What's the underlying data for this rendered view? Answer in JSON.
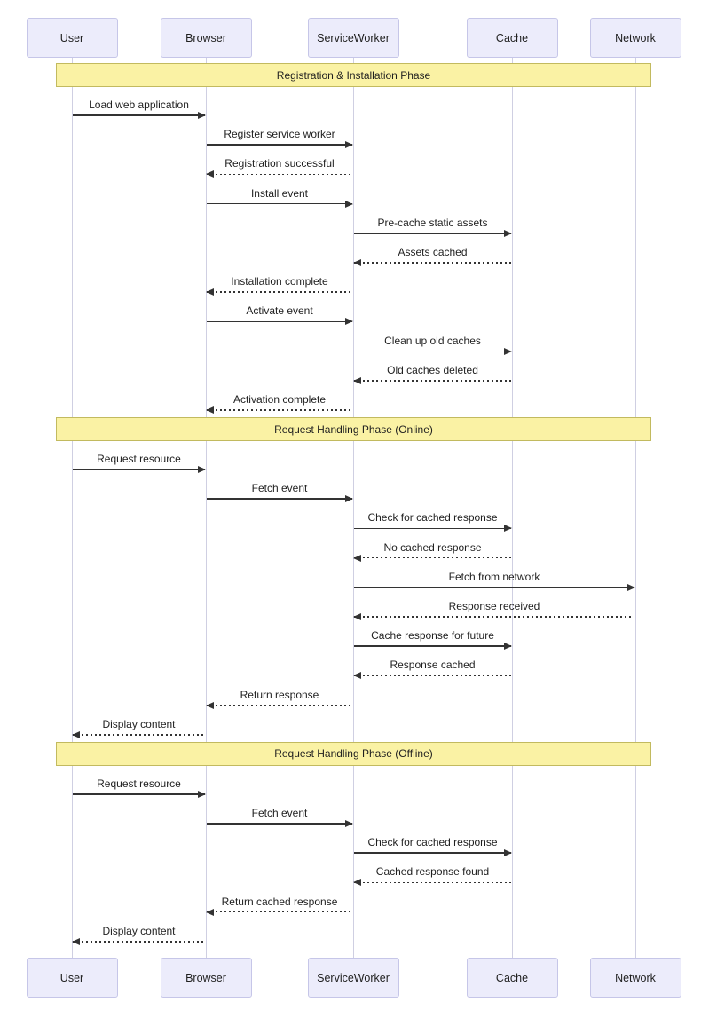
{
  "diagram": {
    "type": "sequence",
    "actors": [
      "User",
      "Browser",
      "ServiceWorker",
      "Cache",
      "Network"
    ],
    "sequence": [
      {
        "kind": "band",
        "label": "Registration & Installation Phase"
      },
      {
        "kind": "message",
        "from": "User",
        "to": "Browser",
        "label": "Load web application",
        "line": "solid"
      },
      {
        "kind": "message",
        "from": "Browser",
        "to": "ServiceWorker",
        "label": "Register service worker",
        "line": "solid"
      },
      {
        "kind": "message",
        "from": "ServiceWorker",
        "to": "Browser",
        "label": "Registration successful",
        "line": "dashed"
      },
      {
        "kind": "message",
        "from": "Browser",
        "to": "ServiceWorker",
        "label": "Install event",
        "line": "solid"
      },
      {
        "kind": "message",
        "from": "ServiceWorker",
        "to": "Cache",
        "label": "Pre-cache static assets",
        "line": "solid"
      },
      {
        "kind": "message",
        "from": "Cache",
        "to": "ServiceWorker",
        "label": "Assets cached",
        "line": "dashed"
      },
      {
        "kind": "message",
        "from": "ServiceWorker",
        "to": "Browser",
        "label": "Installation complete",
        "line": "dashed"
      },
      {
        "kind": "message",
        "from": "Browser",
        "to": "ServiceWorker",
        "label": "Activate event",
        "line": "solid"
      },
      {
        "kind": "message",
        "from": "ServiceWorker",
        "to": "Cache",
        "label": "Clean up old caches",
        "line": "solid"
      },
      {
        "kind": "message",
        "from": "Cache",
        "to": "ServiceWorker",
        "label": "Old caches deleted",
        "line": "dashed"
      },
      {
        "kind": "message",
        "from": "ServiceWorker",
        "to": "Browser",
        "label": "Activation complete",
        "line": "dashed"
      },
      {
        "kind": "band",
        "label": "Request Handling Phase (Online)"
      },
      {
        "kind": "message",
        "from": "User",
        "to": "Browser",
        "label": "Request resource",
        "line": "solid"
      },
      {
        "kind": "message",
        "from": "Browser",
        "to": "ServiceWorker",
        "label": "Fetch event",
        "line": "solid"
      },
      {
        "kind": "message",
        "from": "ServiceWorker",
        "to": "Cache",
        "label": "Check for cached response",
        "line": "solid"
      },
      {
        "kind": "message",
        "from": "Cache",
        "to": "ServiceWorker",
        "label": "No cached response",
        "line": "dashed"
      },
      {
        "kind": "message",
        "from": "ServiceWorker",
        "to": "Network",
        "label": "Fetch from network",
        "line": "solid"
      },
      {
        "kind": "message",
        "from": "Network",
        "to": "ServiceWorker",
        "label": "Response received",
        "line": "dashed"
      },
      {
        "kind": "message",
        "from": "ServiceWorker",
        "to": "Cache",
        "label": "Cache response for future",
        "line": "solid"
      },
      {
        "kind": "message",
        "from": "Cache",
        "to": "ServiceWorker",
        "label": "Response cached",
        "line": "dashed"
      },
      {
        "kind": "message",
        "from": "ServiceWorker",
        "to": "Browser",
        "label": "Return response",
        "line": "dashed"
      },
      {
        "kind": "message",
        "from": "Browser",
        "to": "User",
        "label": "Display content",
        "line": "dashed"
      },
      {
        "kind": "band",
        "label": "Request Handling Phase (Offline)"
      },
      {
        "kind": "message",
        "from": "User",
        "to": "Browser",
        "label": "Request resource",
        "line": "solid"
      },
      {
        "kind": "message",
        "from": "Browser",
        "to": "ServiceWorker",
        "label": "Fetch event",
        "line": "solid"
      },
      {
        "kind": "message",
        "from": "ServiceWorker",
        "to": "Cache",
        "label": "Check for cached response",
        "line": "solid"
      },
      {
        "kind": "message",
        "from": "Cache",
        "to": "ServiceWorker",
        "label": "Cached response found",
        "line": "dashed"
      },
      {
        "kind": "message",
        "from": "ServiceWorker",
        "to": "Browser",
        "label": "Return cached response",
        "line": "dashed"
      },
      {
        "kind": "message",
        "from": "Browser",
        "to": "User",
        "label": "Display content",
        "line": "dashed"
      }
    ],
    "colors": {
      "actor_fill": "#ECECFB",
      "actor_border": "#C6C6E8",
      "lifeline": "#CFCFE2",
      "band_fill": "#FAF2A4",
      "band_border": "#C2BA5F",
      "arrow": "#333333",
      "text": "#1F1F1F"
    }
  }
}
